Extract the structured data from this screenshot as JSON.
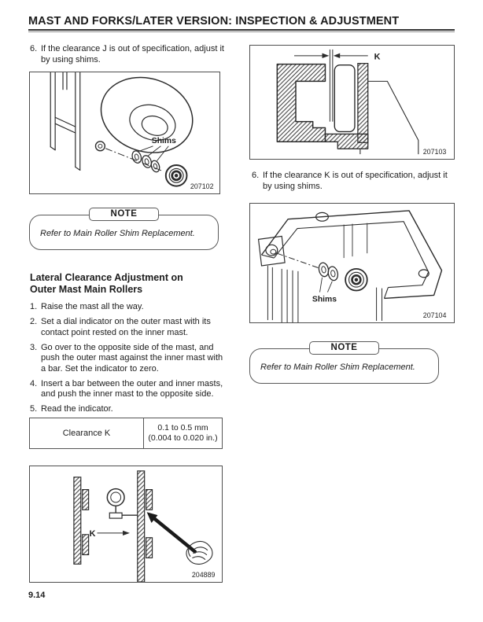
{
  "page": {
    "title": "MAST AND FORKS/LATER VERSION: INSPECTION & ADJUSTMENT",
    "page_number": "9.14"
  },
  "left_column": {
    "step6_number": "6.",
    "step6_text": "If the clearance J is out of specification, adjust it by using shims.",
    "figure_top": {
      "id": "207102",
      "shims_label": "Shims"
    },
    "note": {
      "label": "NOTE",
      "text": "Refer to Main Roller Shim Replacement."
    },
    "section_heading_line1": "Lateral Clearance Adjustment on",
    "section_heading_line2": "Outer Mast Main Rollers",
    "steps": [
      {
        "num": "1.",
        "text": "Raise the mast all the way."
      },
      {
        "num": "2.",
        "text": "Set a dial indicator on the outer mast with its contact point rested on the inner mast."
      },
      {
        "num": "3.",
        "text": "Go over to the opposite side of the mast, and push the outer mast against the inner mast with a bar. Set the indicator to zero."
      },
      {
        "num": "4.",
        "text": "Insert a bar between the outer and inner masts, and push the inner mast to the opposite side."
      },
      {
        "num": "5.",
        "text": "Read the indicator."
      }
    ],
    "spec_table": {
      "label": "Clearance K",
      "value_metric": "0.1 to 0.5 mm",
      "value_imperial": "(0.004 to 0.020 in.)"
    },
    "figure_bottom": {
      "id": "204889",
      "k_label": "K"
    }
  },
  "right_column": {
    "figure_top": {
      "id": "207103",
      "k_label": "K"
    },
    "step6_number": "6.",
    "step6_text": "If the clearance K is out of specification, adjust it by using shims.",
    "figure_middle": {
      "id": "207104",
      "shims_label": "Shims"
    },
    "note": {
      "label": "NOTE",
      "text": "Refer to Main Roller Shim Replacement."
    }
  },
  "colors": {
    "ink": "#1c1c1c",
    "paper": "#ffffff",
    "rule": "#343434"
  }
}
